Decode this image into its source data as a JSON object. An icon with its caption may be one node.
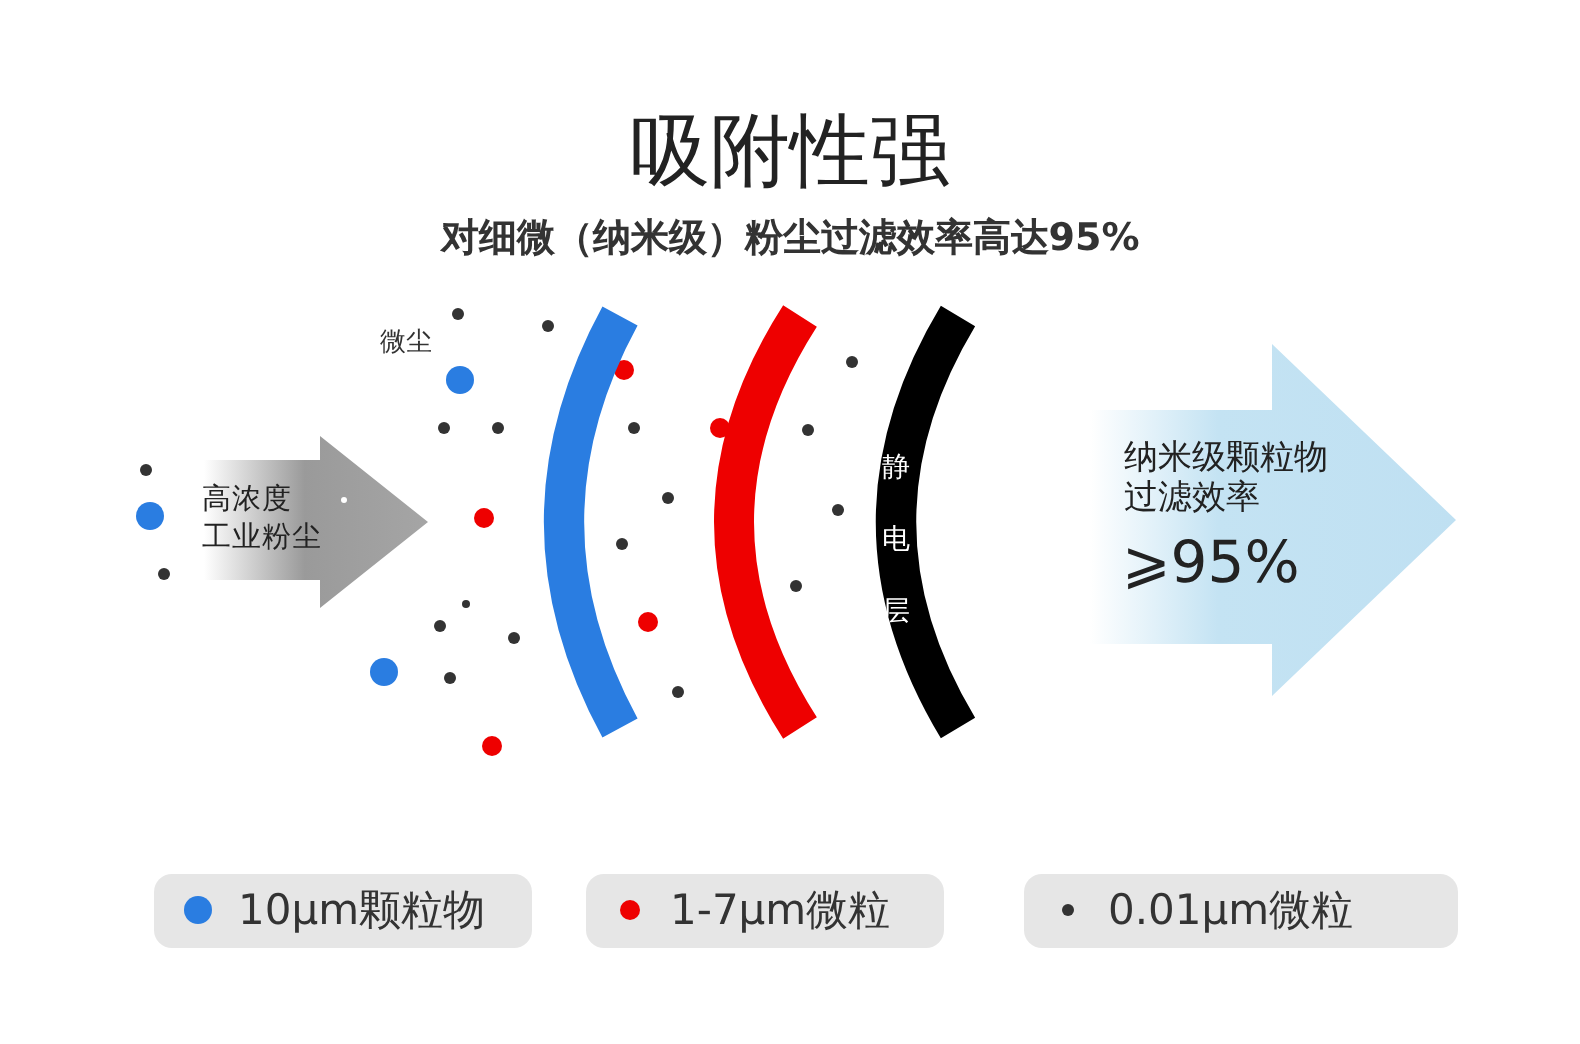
{
  "diagram": {
    "title": "吸附性强",
    "nodes": [
      {
        "text": [
          "高浓度工业粉尘"
        ]
      },
      {
        "text": [],
        "shape": "arc"
      },
      {
        "text": [],
        "shape": "arc"
      },
      {
        "text": [
          "静电层"
        ]
      },
      {
        "text": [
          "纳米级颗粒物过滤效率",
          "⩾95%"
        ]
      }
    ],
    "labels": [
      "对细微（纳米级）粉尘过滤效率高达95%",
      "微尘"
    ],
    "legend": [
      {
        "text": "10μm颗粒物",
        "color": "#2a7de1"
      },
      {
        "text": "1-7μm微粒",
        "color": "#ee0000"
      },
      {
        "text": "0.01μm微粒",
        "color": "#333333"
      }
    ]
  }
}
